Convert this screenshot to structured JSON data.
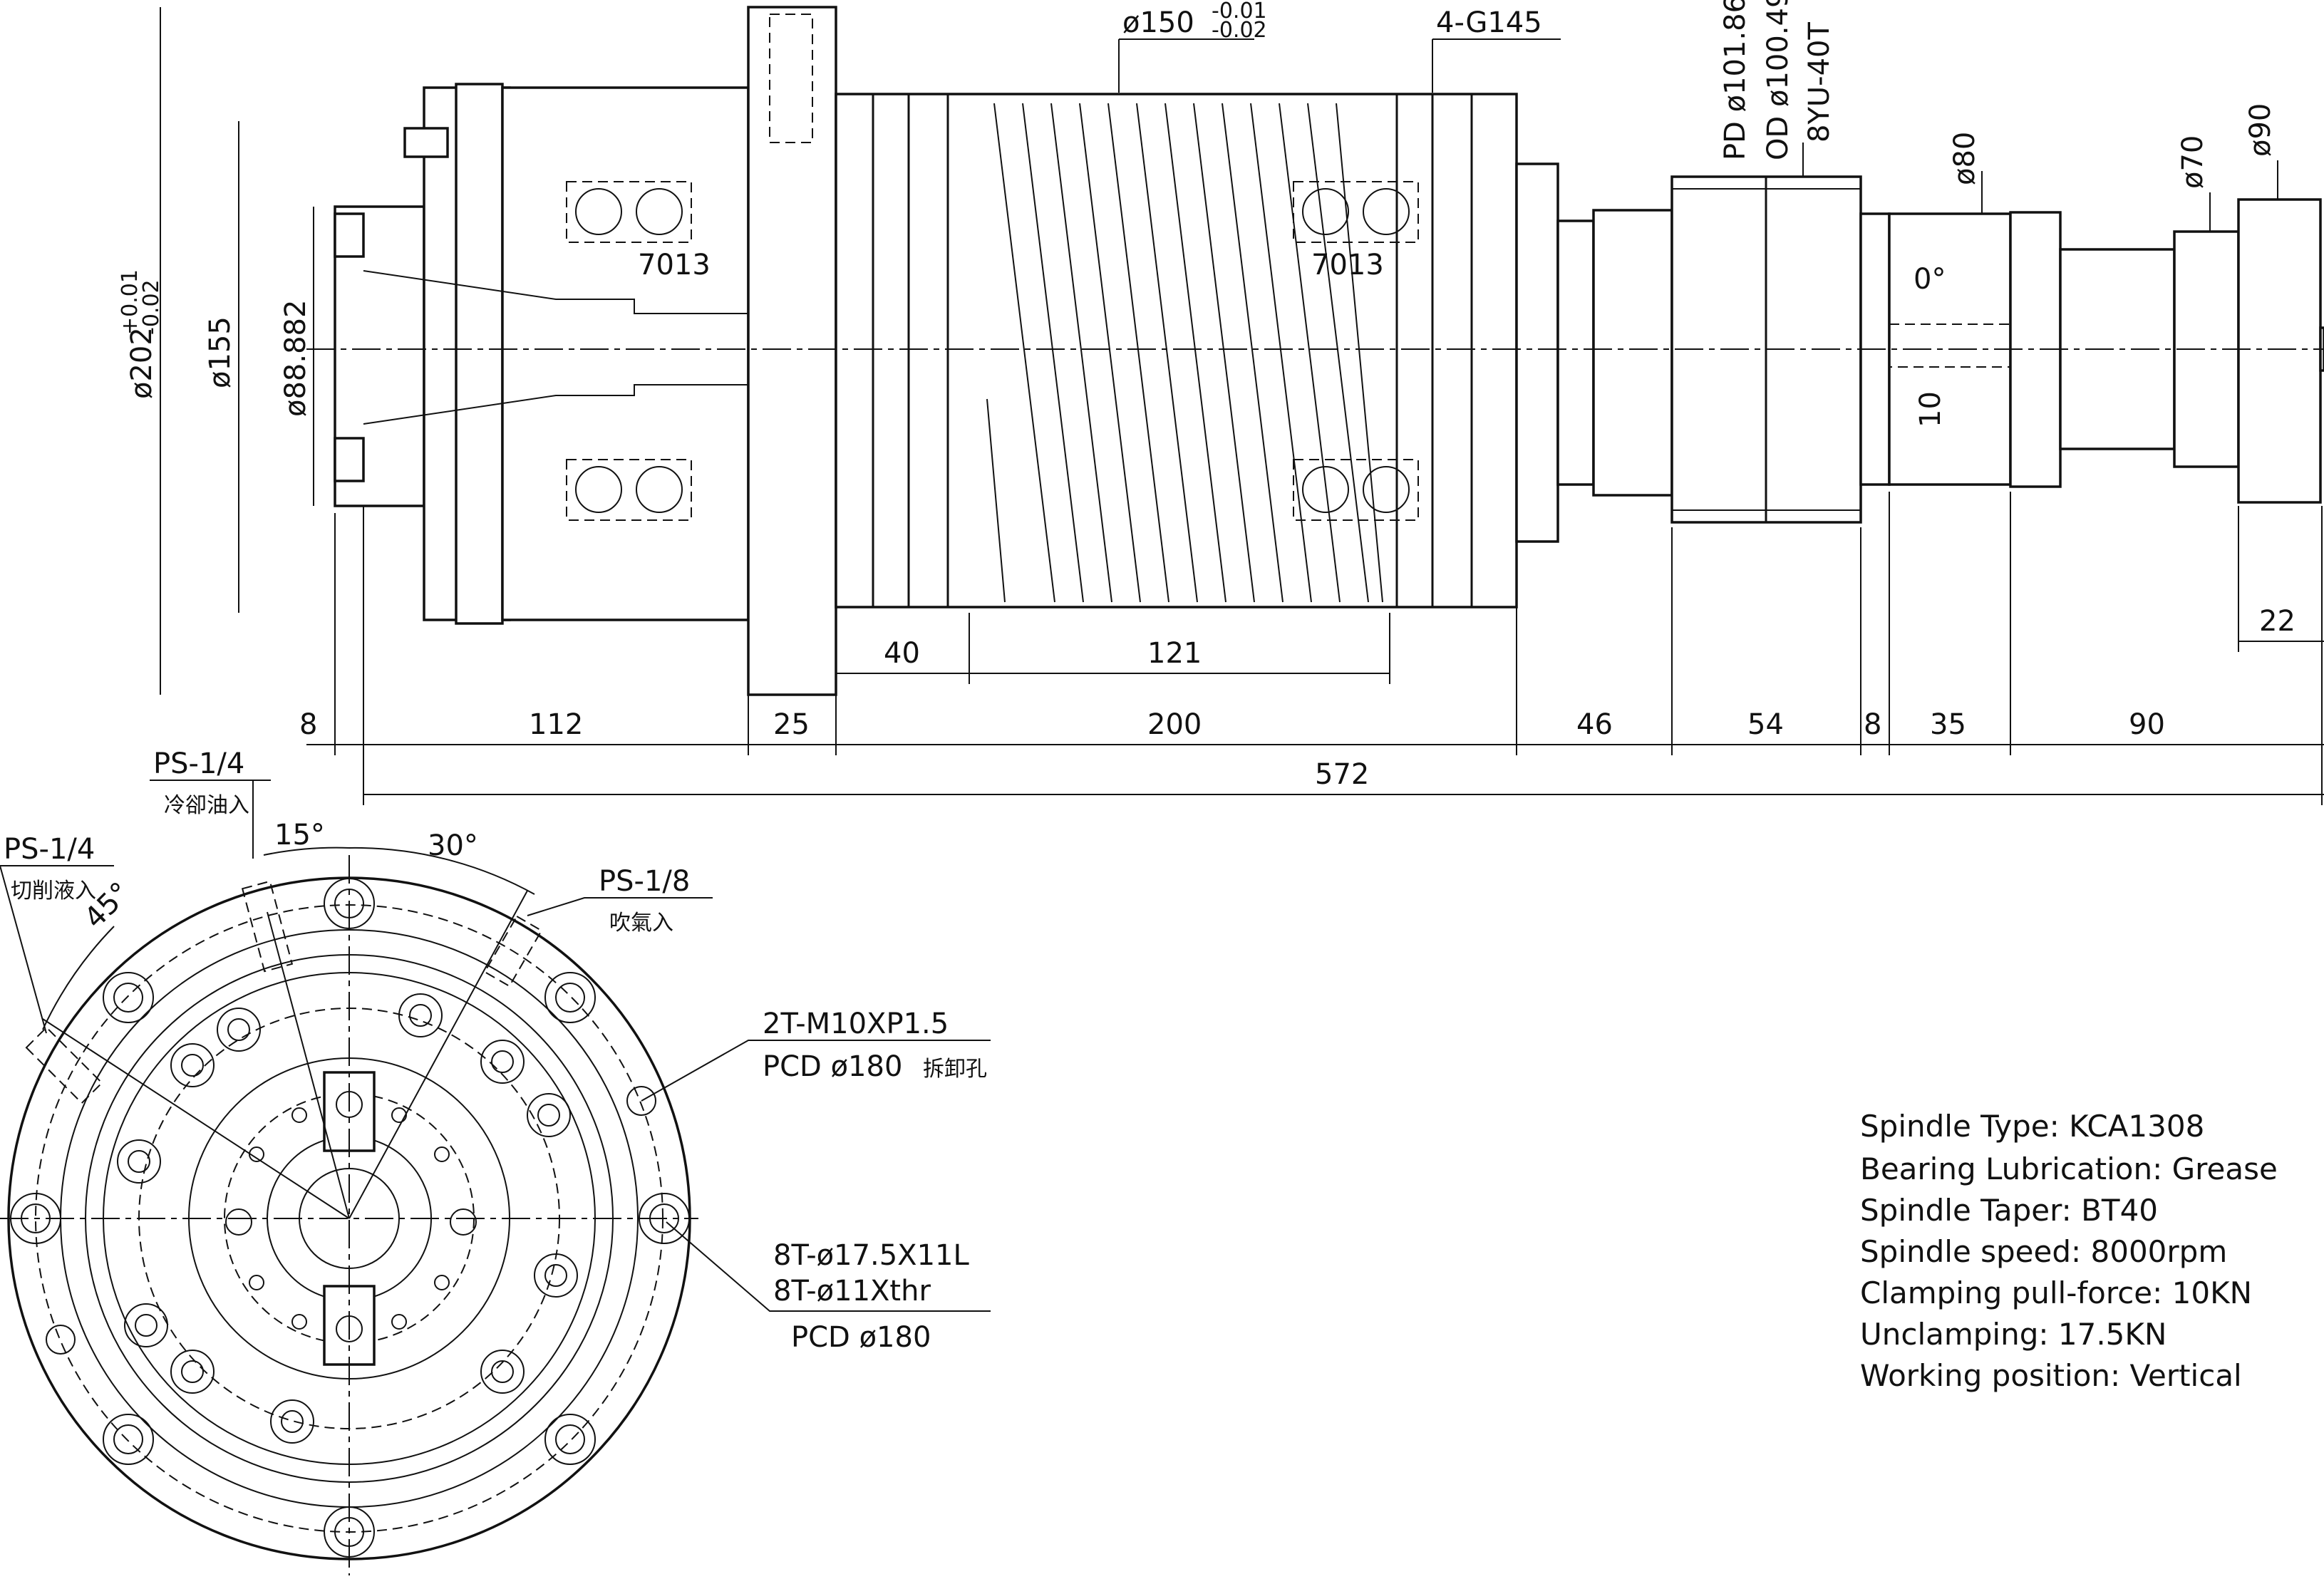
{
  "side_view": {
    "dimensions": {
      "d202": "ø202",
      "d202_tol_upper": "+0.01",
      "d202_tol_lower": "-0.02",
      "d155": "ø155",
      "d88882": "ø88.882",
      "d150": "ø150",
      "d150_tol_upper": "-0.01",
      "d150_tol_lower": "-0.02",
      "g145": "4-G145",
      "pd": "PD ø101.86",
      "od": "OD ø100.49",
      "gear": "8YU-40T",
      "d80": "ø80",
      "d70": "ø70",
      "d90": "ø90",
      "angle0": "0°",
      "ten": "10",
      "bearing_left": "7013",
      "bearing_right": "7013",
      "l40": "40",
      "l121": "121",
      "l22": "22",
      "l8a": "8",
      "l112": "112",
      "l25": "25",
      "l200": "200",
      "l46": "46",
      "l54": "54",
      "l8b": "8",
      "l35": "35",
      "l90": "90",
      "l572": "572"
    }
  },
  "front_view": {
    "labels": {
      "ps14_top": "PS-1/4",
      "ps14_top_cn": "冷卻油入",
      "ps14_left": "PS-1/4",
      "ps14_left_cn": "切削液入",
      "ps18": "PS-1/8",
      "ps18_cn": "吹氣入",
      "a15": "15°",
      "a30": "30°",
      "a45": "45°",
      "m10": "2T-M10XP1.5",
      "pcd1": "PCD ø180",
      "pcd1_cn": "拆卸孔",
      "h175": "8T-ø17.5X11L",
      "h11": "8T-ø11Xthr",
      "pcd2": "PCD ø180"
    }
  },
  "specs": {
    "type": "Spindle Type: KCA1308",
    "lubrication": "Bearing Lubrication: Grease",
    "taper": "Spindle Taper: BT40",
    "speed": "Spindle speed: 8000rpm",
    "clamp": "Clamping pull-force: 10KN",
    "unclamp": "Unclamping: 17.5KN",
    "position": "Working position: Vertical"
  }
}
